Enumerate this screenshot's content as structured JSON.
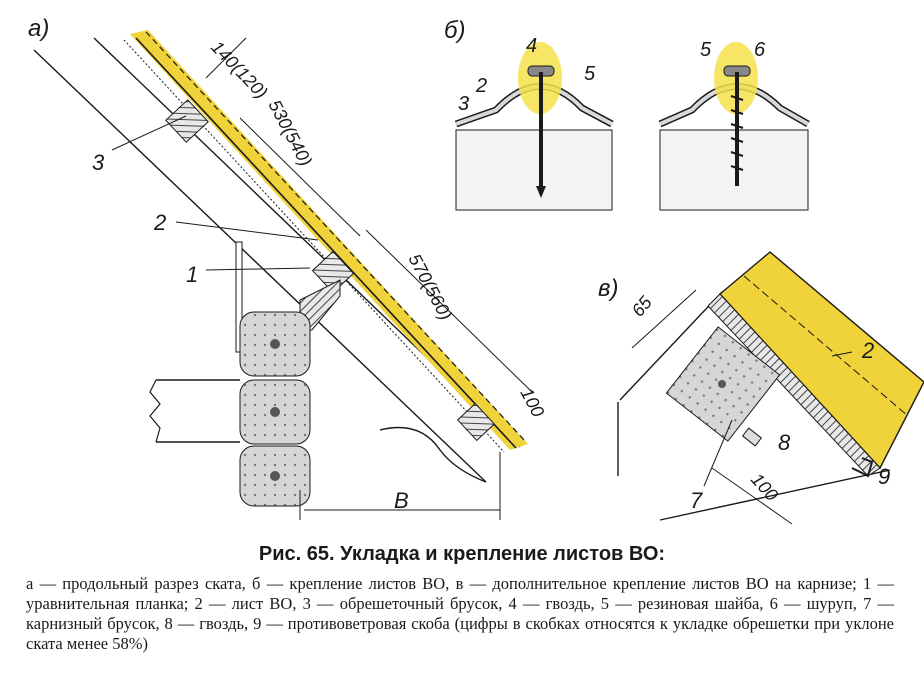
{
  "panels": {
    "a": "а)",
    "b": "б)",
    "v": "в)"
  },
  "panel_a": {
    "callout_1": "1",
    "callout_2": "2",
    "callout_3": "3",
    "dim_140": "140(120)",
    "dim_530": "530(540)",
    "dim_570": "570(560)",
    "dim_100": "100",
    "dim_B": "В"
  },
  "panel_b": {
    "left_2": "2",
    "left_3": "3",
    "left_4": "4",
    "left_5": "5",
    "right_5": "5",
    "right_6": "6"
  },
  "panel_v": {
    "dim_65": "65",
    "dim_100": "100",
    "callout_2": "2",
    "callout_7": "7",
    "callout_8": "8",
    "callout_9": "9"
  },
  "colors": {
    "sheet_yellow": "#f0d23a",
    "sheet_dark": "#c8a426",
    "wood_grey": "#c8c8c8",
    "line": "#1a1a1a"
  },
  "caption": {
    "title": "Рис. 65. Укладка и крепление листов ВО:",
    "body": "а — продольный разрез ската, б — крепление листов ВО, в — дополнительное крепление листов ВО на карнизе; 1 — уравнительная планка; 2 — лист ВО, 3 — обрешеточный брусок, 4 — гвоздь, 5 — резиновая шайба, 6 — шуруп, 7 — карнизный брусок, 8 — гвоздь, 9 — противоветровая скоба (цифры в скобках относятся к укладке обрешетки при уклоне ската",
    "tail": "менее 58%)"
  }
}
